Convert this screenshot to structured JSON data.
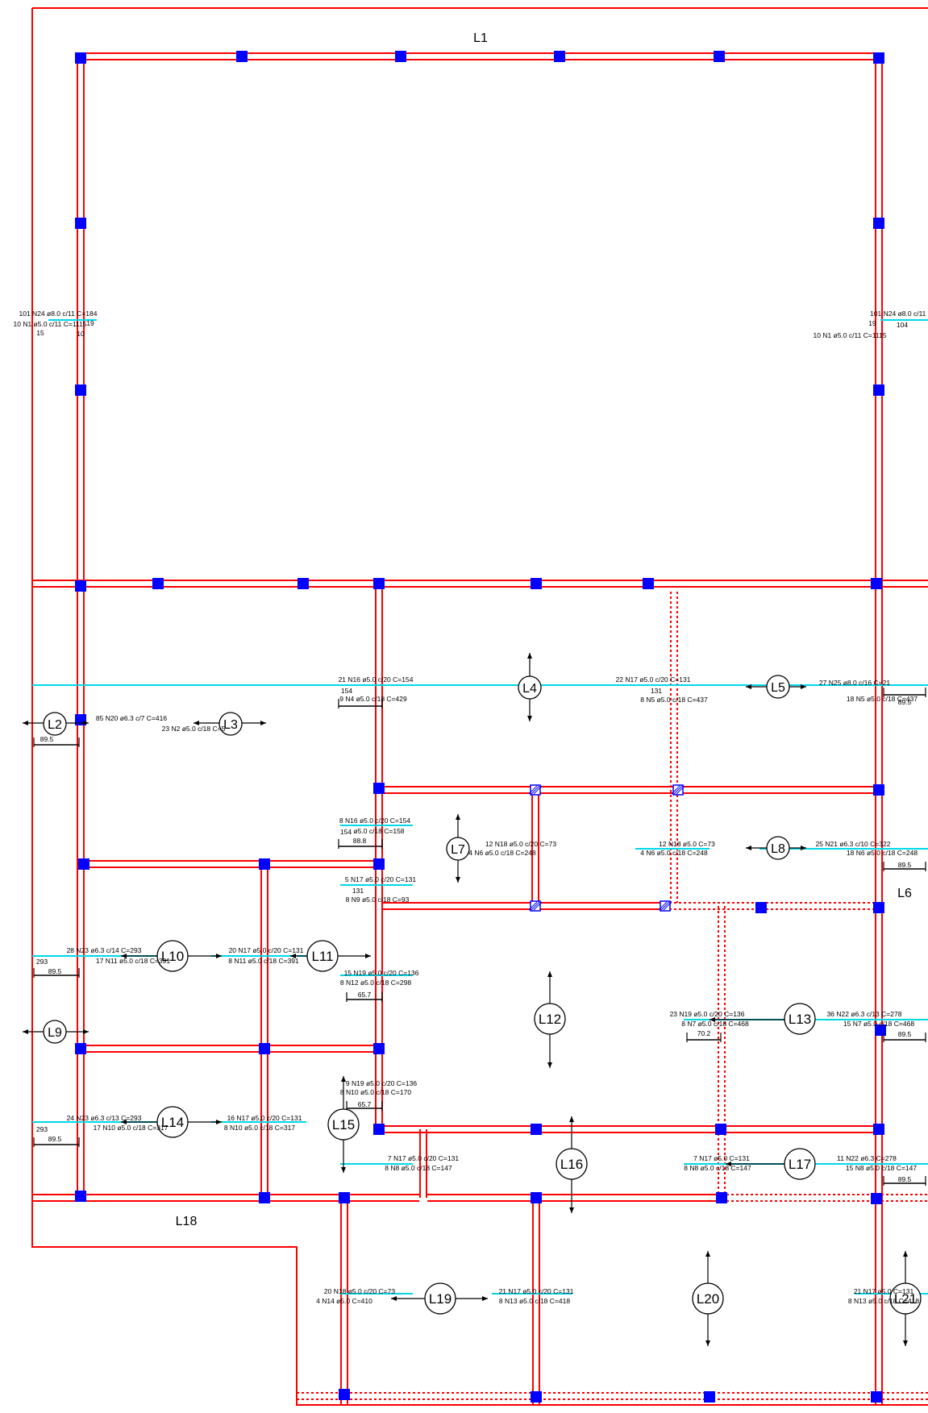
{
  "drawing": {
    "colors": {
      "beam": "#ff0000",
      "column": "#0000ff",
      "rebar": "#00d8e8",
      "dimension": "#000000",
      "text": "#000000"
    },
    "slabs": [
      {
        "id": "L1",
        "label": "L1"
      },
      {
        "id": "L2",
        "label": "L2"
      },
      {
        "id": "L3",
        "label": "L3"
      },
      {
        "id": "L4",
        "label": "L4"
      },
      {
        "id": "L5",
        "label": "L5"
      },
      {
        "id": "L6",
        "label": "L6"
      },
      {
        "id": "L7",
        "label": "L7"
      },
      {
        "id": "L8",
        "label": "L8"
      },
      {
        "id": "L9",
        "label": "L9"
      },
      {
        "id": "L10",
        "label": "L10"
      },
      {
        "id": "L11",
        "label": "L11"
      },
      {
        "id": "L12",
        "label": "L12"
      },
      {
        "id": "L13",
        "label": "L13"
      },
      {
        "id": "L14",
        "label": "L14"
      },
      {
        "id": "L15",
        "label": "L15"
      },
      {
        "id": "L16",
        "label": "L16"
      },
      {
        "id": "L17",
        "label": "L17"
      },
      {
        "id": "L18",
        "label": "L18"
      },
      {
        "id": "L19",
        "label": "L19"
      },
      {
        "id": "L20",
        "label": "L20"
      },
      {
        "id": "L21",
        "label": "L21"
      }
    ],
    "rebar_notes": [
      {
        "id": "n01",
        "text": "101 N24 ø8.0 c/11 C=184"
      },
      {
        "id": "n02",
        "text": "10 N1 ø5.0 c/11 C=1115"
      },
      {
        "id": "n03",
        "text": "15"
      },
      {
        "id": "n04",
        "text": "19"
      },
      {
        "id": "n05",
        "text": "10"
      },
      {
        "id": "n06",
        "text": "101 N24 ø8.0 c/11 C"
      },
      {
        "id": "n07",
        "text": "104"
      },
      {
        "id": "n08",
        "text": "19"
      },
      {
        "id": "n09",
        "text": "10 N1 ø5.0 c/11 C=1115"
      },
      {
        "id": "n10",
        "text": "21 N16 ø5.0 c/20 C=154"
      },
      {
        "id": "n11",
        "text": "154"
      },
      {
        "id": "n12",
        "text": "9 N4 ø5.0 c/18 C=429"
      },
      {
        "id": "n13",
        "text": "22 N17 ø5.0 c/20 C=131"
      },
      {
        "id": "n14",
        "text": "131"
      },
      {
        "id": "n15",
        "text": "8 N5 ø5.0 c/18 C=437"
      },
      {
        "id": "n16",
        "text": "27 N25 ø8.0 c/16 C=21"
      },
      {
        "id": "n17",
        "text": "18 N5 ø5.0 c/18 C=437"
      },
      {
        "id": "n18",
        "text": "89.5"
      },
      {
        "id": "n19",
        "text": "85 N20 ø6.3 c/7 C=416"
      },
      {
        "id": "n20",
        "text": "23 N2 ø5.0 c/18 C=5"
      },
      {
        "id": "n21",
        "text": "89.5"
      },
      {
        "id": "n22",
        "text": "8 N16 ø5.0 c/20 C=154"
      },
      {
        "id": "n23",
        "text": "154"
      },
      {
        "id": "n24",
        "text": "ø5.0 c/18 C=158"
      },
      {
        "id": "n25",
        "text": "88.8"
      },
      {
        "id": "n26",
        "text": "12 N18 ø5.0 c/20 C=73"
      },
      {
        "id": "n27",
        "text": "4 N6 ø5.0 c/18 C=248"
      },
      {
        "id": "n28",
        "text": "12 N18 ø5.0 C=73"
      },
      {
        "id": "n29",
        "text": "4 N6 ø5.0 c/18 C=248"
      },
      {
        "id": "n30",
        "text": "25 N21 ø6.3 c/10 C=322"
      },
      {
        "id": "n31",
        "text": "18 N6 ø5.0 c/18 C=248"
      },
      {
        "id": "n32",
        "text": "89.5"
      },
      {
        "id": "n33",
        "text": "5 N17 ø5.0 c/20 C=131"
      },
      {
        "id": "n34",
        "text": "131"
      },
      {
        "id": "n35",
        "text": "8 N9 ø5.0 c/18 C=93"
      },
      {
        "id": "n36",
        "text": "28 N23 ø6.3 c/14 C=293"
      },
      {
        "id": "n37",
        "text": "17 N11 ø5.0 c/18 C=391"
      },
      {
        "id": "n38",
        "text": "293"
      },
      {
        "id": "n39",
        "text": "89.5"
      },
      {
        "id": "n40",
        "text": "20 N17 ø5.0 c/20 C=131"
      },
      {
        "id": "n41",
        "text": "8 N11 ø5.0 c/18 C=391"
      },
      {
        "id": "n42",
        "text": "15 N19 ø5.0 c/20 C=136"
      },
      {
        "id": "n43",
        "text": "8 N12 ø5.0 c/18 C=298"
      },
      {
        "id": "n44",
        "text": "65.7"
      },
      {
        "id": "n45",
        "text": "23 N19 ø5.0 c/20 C=136"
      },
      {
        "id": "n46",
        "text": "8 N7 ø5.0 c/18 C=468"
      },
      {
        "id": "n47",
        "text": "70.2"
      },
      {
        "id": "n48",
        "text": "36 N22 ø6.3 c/13 C=278"
      },
      {
        "id": "n49",
        "text": "15 N7 ø5.0 c/18 C=468"
      },
      {
        "id": "n50",
        "text": "89.5"
      },
      {
        "id": "n51",
        "text": "9 N19 ø5.0 c/20 C=136"
      },
      {
        "id": "n52",
        "text": "8 N10 ø5.0 c/18 C=170"
      },
      {
        "id": "n53",
        "text": "65.7"
      },
      {
        "id": "n54",
        "text": "24 N23 ø6.3 c/13 C=293"
      },
      {
        "id": "n55",
        "text": "17 N10 ø5.0 c/18 C=317"
      },
      {
        "id": "n56",
        "text": "293"
      },
      {
        "id": "n57",
        "text": "89.5"
      },
      {
        "id": "n58",
        "text": "16 N17 ø5.0 c/20 C=131"
      },
      {
        "id": "n59",
        "text": "8 N10 ø5.0 c/18 C=317"
      },
      {
        "id": "n60",
        "text": "7 N17 ø5.0 c/20 C=131"
      },
      {
        "id": "n61",
        "text": "8 N8 ø5.0 c/18 C=147"
      },
      {
        "id": "n62",
        "text": "7 N17 ø5.0 C=131"
      },
      {
        "id": "n63",
        "text": "8 N8 ø5.0 c/18 C=147"
      },
      {
        "id": "n64",
        "text": "11 N22 ø6.3 C=278"
      },
      {
        "id": "n65",
        "text": "15 N8 ø5.0 c/18 C=147"
      },
      {
        "id": "n66",
        "text": "89.5"
      },
      {
        "id": "n67",
        "text": "20 N18 ø5.0 c/20 C=73"
      },
      {
        "id": "n68",
        "text": "4 N14 ø5.0 C=410"
      },
      {
        "id": "n69",
        "text": "21 N17 ø5.0 c/20 C=131"
      },
      {
        "id": "n70",
        "text": "8 N13 ø5.0 c/18 C=418"
      },
      {
        "id": "n71",
        "text": "21 N17 ø5.0 C=131"
      },
      {
        "id": "n72",
        "text": "8 N13 ø5.0 c/18 C=418"
      }
    ]
  }
}
